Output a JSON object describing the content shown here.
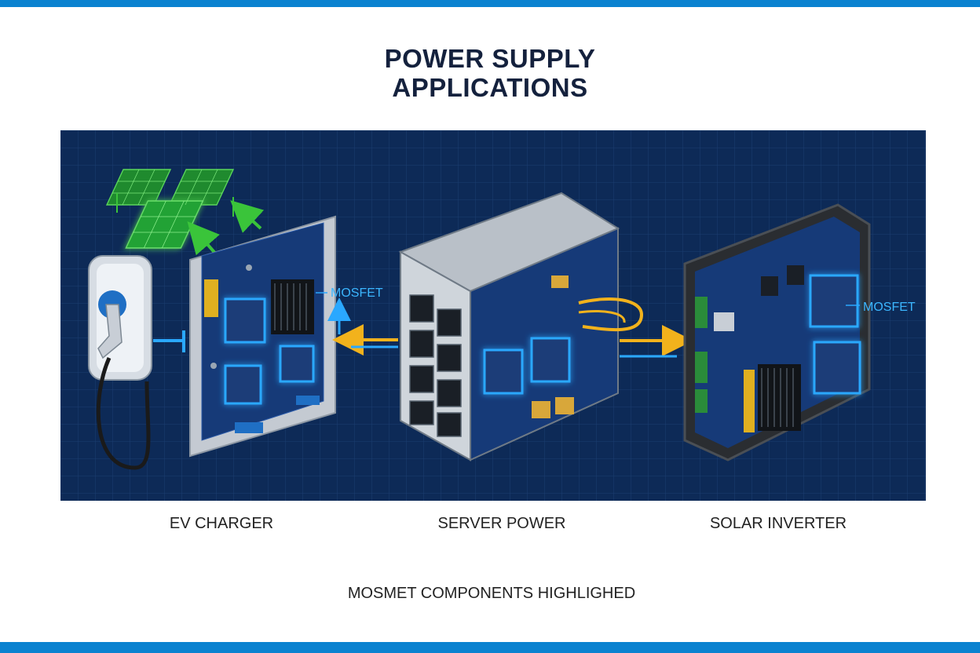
{
  "title": {
    "line1": "POWER SUPPLY",
    "line2": "APPLICATIONS"
  },
  "labels": {
    "mosfet_left": "MOSFET",
    "mosfet_right": "MOSFET"
  },
  "captions": {
    "ev_charger": "EV CHARGER",
    "server_power": "SERVER POWER",
    "solar_inverter": "SOLAR INVERTER"
  },
  "footnote": "MOSMET COMPONENTS HIGHLIGHED",
  "colors": {
    "accent_bar": "#0a82d0",
    "panel_bg": "#0d2a57",
    "highlight_glow": "#2aa8ff",
    "arrow_yellow": "#f2b21c",
    "arrow_green": "#3ac43a",
    "title_text": "#14213d"
  }
}
